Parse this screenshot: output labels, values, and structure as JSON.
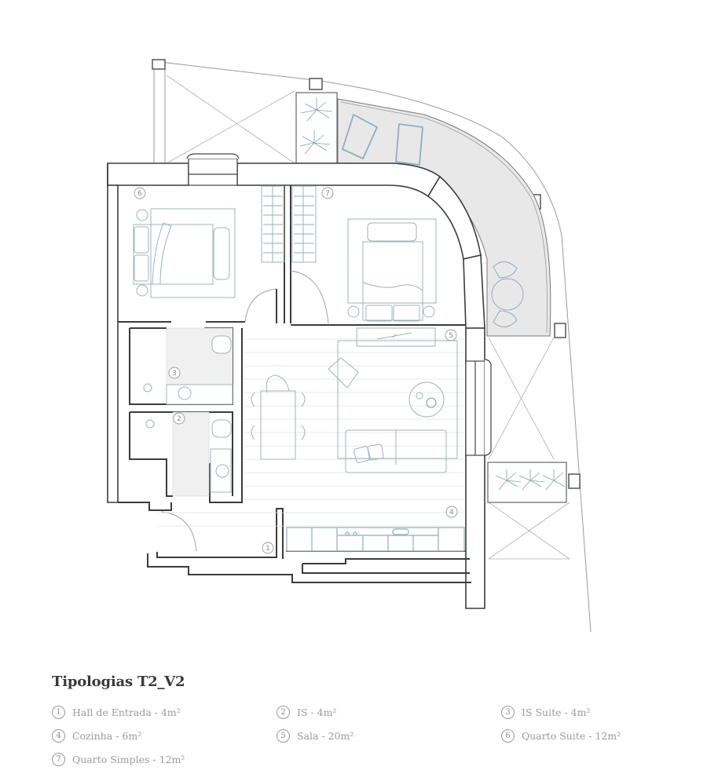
{
  "title": "Tipologias T2_V2",
  "legend": [
    {
      "num": "1",
      "label": "Hall de Entrada - 4m²"
    },
    {
      "num": "2",
      "label": "IS - 4m²"
    },
    {
      "num": "3",
      "label": "IS Suite - 4m²"
    },
    {
      "num": "4",
      "label": "Cozinha - 6m²"
    },
    {
      "num": "5",
      "label": "Sala - 20m²"
    },
    {
      "num": "6",
      "label": "Quarto Suite - 12m²"
    },
    {
      "num": "7",
      "label": "Quarto Simples - 12m²"
    }
  ],
  "plan": {
    "room_markers": [
      "1",
      "2",
      "3",
      "4",
      "5",
      "6",
      "7"
    ],
    "colors": {
      "wall": "#3c3c3c",
      "thin_line": "#9a9a9a",
      "furniture": "#9fb4bb",
      "plant": "#7fa6ad",
      "terrace_fill": "#e8e8e8",
      "floor_line": "#e3e3e3"
    }
  }
}
